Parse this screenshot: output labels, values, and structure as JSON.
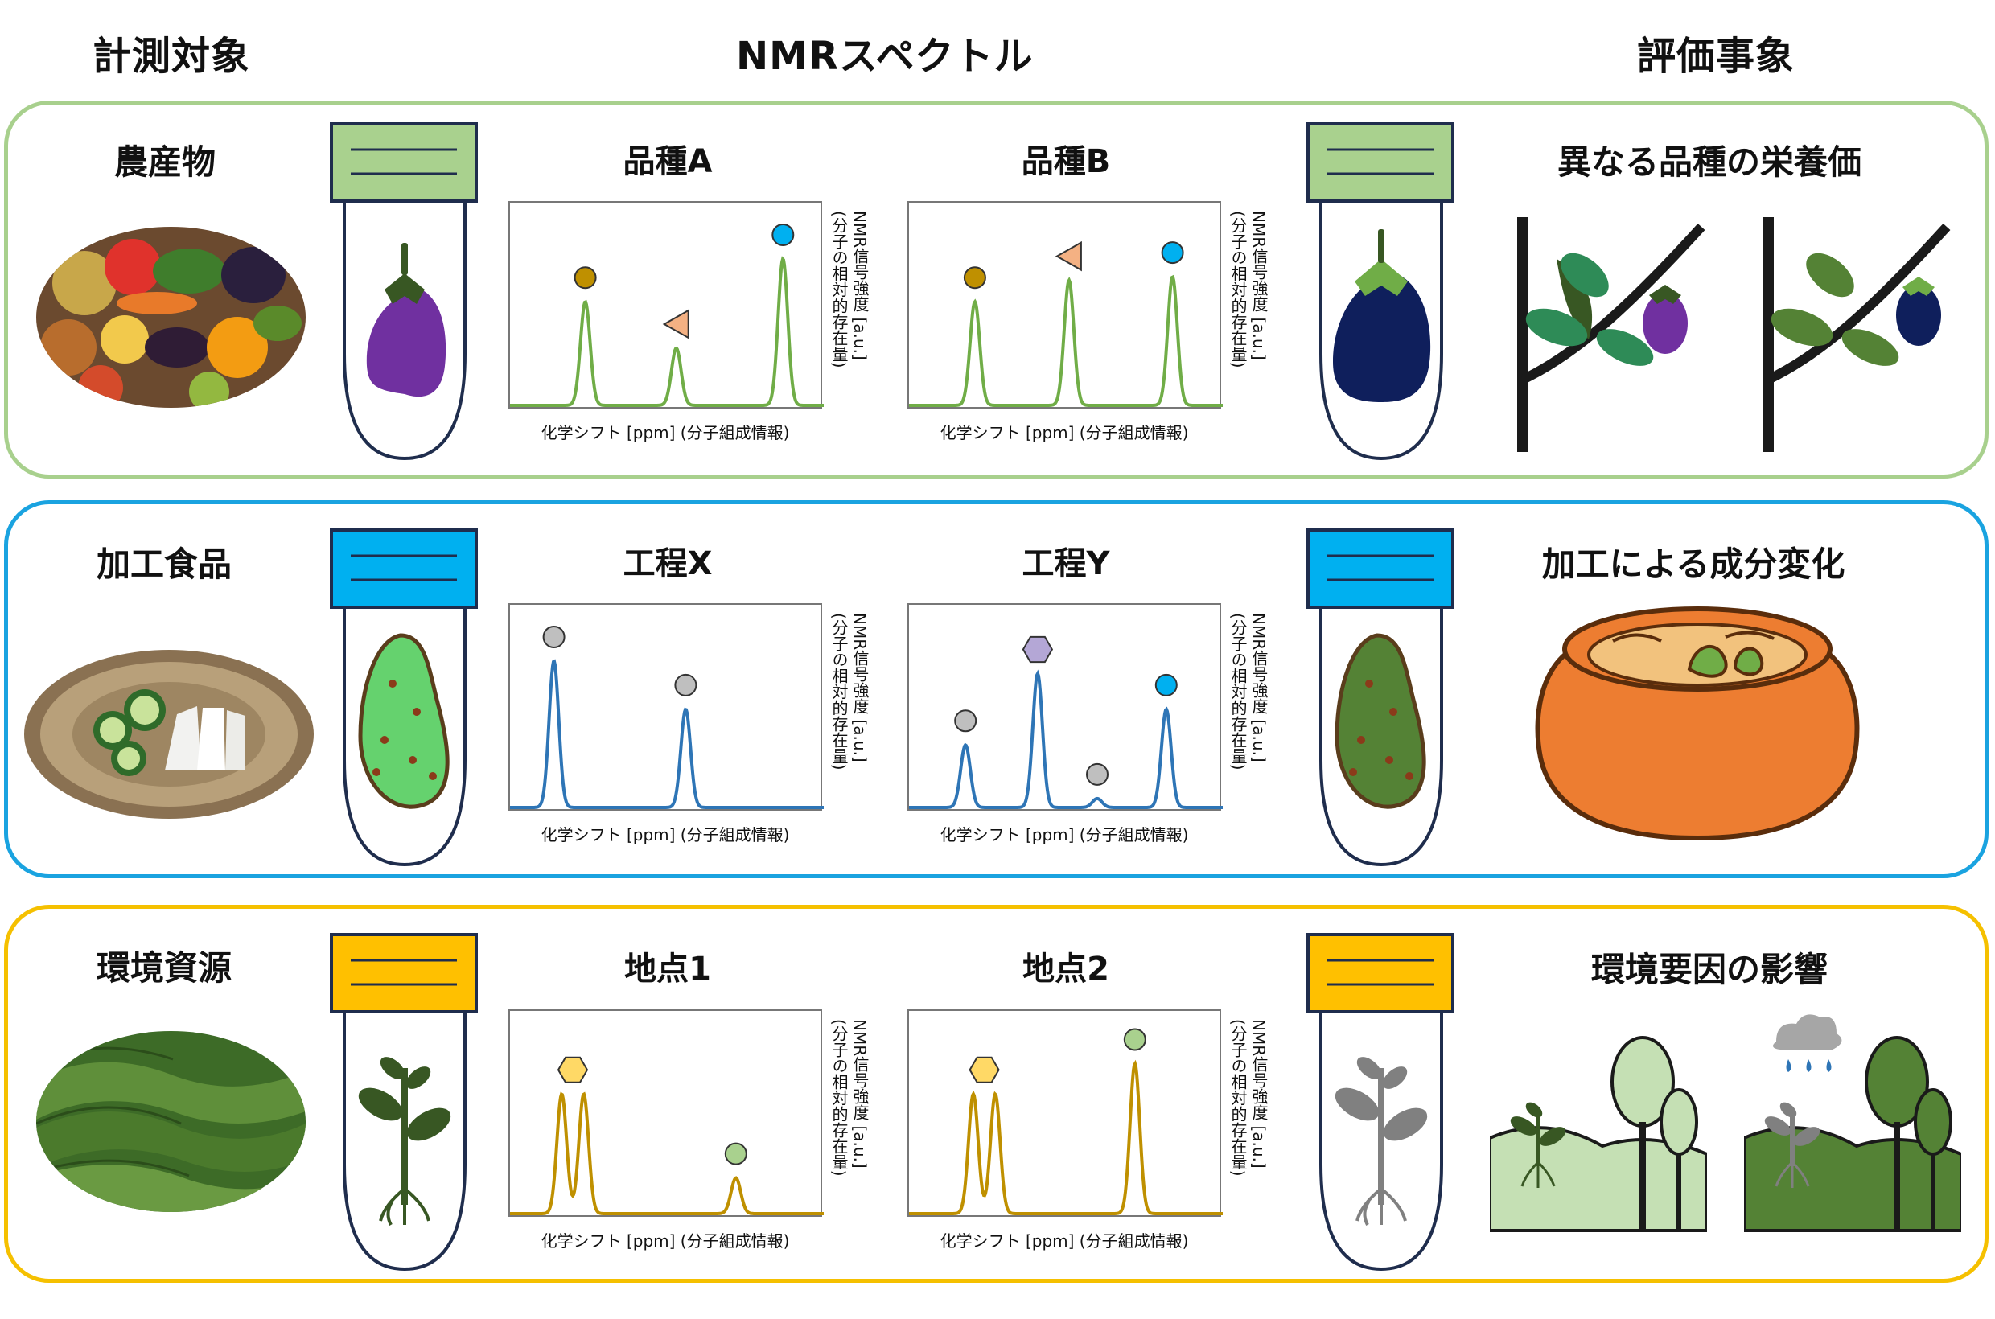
{
  "headers": {
    "target": "計測対象",
    "nmr": "NMRスペクトル",
    "evaluation": "評価事象"
  },
  "axis": {
    "xlabel": "化学シフト [ppm] (分子組成情報)",
    "ylabel_1": "NMR信号強度 [a.u.]",
    "ylabel_2": "(分子の相対的存在量)"
  },
  "rows": [
    {
      "category": "農産物",
      "border_color": "#a8d08d",
      "cap_color": "#a9d18e",
      "spectrum_a_title": "品種A",
      "spectrum_b_title": "品種B",
      "evaluation": "異なる品種の栄養価"
    },
    {
      "category": "加工食品",
      "border_color": "#1aa3e0",
      "cap_color": "#00b0f0",
      "spectrum_a_title": "工程X",
      "spectrum_b_title": "工程Y",
      "evaluation": "加工による成分変化"
    },
    {
      "category": "環境資源",
      "border_color": "#f5c000",
      "cap_color": "#ffc000",
      "spectrum_a_title": "地点1",
      "spectrum_b_title": "地点2",
      "evaluation": "環境要因の影響"
    }
  ],
  "chart_data": [
    {
      "type": "line",
      "title": "品種A",
      "line_color": "#70ad47",
      "peaks": [
        {
          "x": 0.24,
          "height": 0.58,
          "marker": "circle",
          "marker_color": "#bf9000"
        },
        {
          "x": 0.53,
          "height": 0.32,
          "marker": "triangle",
          "marker_color": "#f4b183"
        },
        {
          "x": 0.87,
          "height": 0.82,
          "marker": "circle",
          "marker_color": "#00b0f0"
        }
      ]
    },
    {
      "type": "line",
      "title": "品種B",
      "line_color": "#70ad47",
      "peaks": [
        {
          "x": 0.21,
          "height": 0.58,
          "marker": "circle",
          "marker_color": "#bf9000"
        },
        {
          "x": 0.51,
          "height": 0.7,
          "marker": "triangle",
          "marker_color": "#f4b183"
        },
        {
          "x": 0.84,
          "height": 0.72,
          "marker": "circle",
          "marker_color": "#00b0f0"
        }
      ]
    },
    {
      "type": "line",
      "title": "工程X",
      "line_color": "#2e75b6",
      "peaks": [
        {
          "x": 0.14,
          "height": 0.82,
          "marker": "circle",
          "marker_color": "#bfbfbf"
        },
        {
          "x": 0.56,
          "height": 0.55,
          "marker": "circle",
          "marker_color": "#bfbfbf"
        }
      ]
    },
    {
      "type": "line",
      "title": "工程Y",
      "line_color": "#2e75b6",
      "peaks": [
        {
          "x": 0.18,
          "height": 0.35,
          "marker": "circle",
          "marker_color": "#bfbfbf"
        },
        {
          "x": 0.41,
          "height": 0.75,
          "marker": "hexagon",
          "marker_color": "#b4a7d6"
        },
        {
          "x": 0.6,
          "height": 0.05,
          "marker": "circle",
          "marker_color": "#bfbfbf"
        },
        {
          "x": 0.82,
          "height": 0.55,
          "marker": "circle",
          "marker_color": "#00b0f0"
        }
      ]
    },
    {
      "type": "line",
      "title": "地点1",
      "line_color": "#bf9000",
      "peaks": [
        {
          "x": 0.2,
          "height": 0.67,
          "marker": "hexagon",
          "marker_color": "#ffd966",
          "pair": true
        },
        {
          "x": 0.72,
          "height": 0.2,
          "marker": "circle",
          "marker_color": "#a9d18e"
        }
      ]
    },
    {
      "type": "line",
      "title": "地点2",
      "line_color": "#bf9000",
      "peaks": [
        {
          "x": 0.24,
          "height": 0.67,
          "marker": "hexagon",
          "marker_color": "#ffd966",
          "pair": true
        },
        {
          "x": 0.72,
          "height": 0.84,
          "marker": "circle",
          "marker_color": "#a9d18e"
        }
      ]
    }
  ]
}
